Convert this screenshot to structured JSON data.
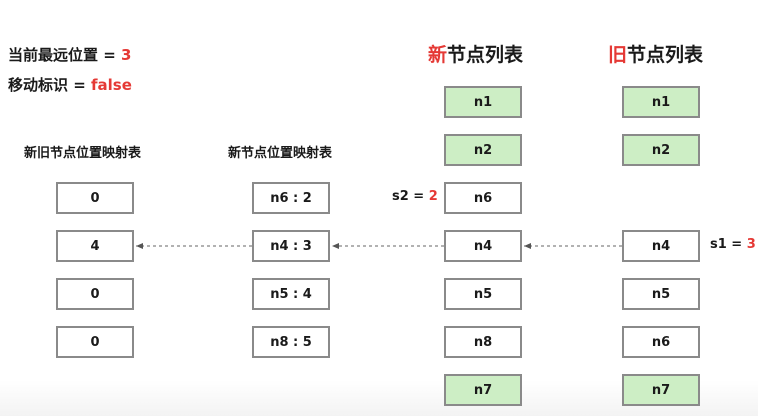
{
  "info": {
    "farthest_label": "当前最远位置 = ",
    "farthest_value": "3",
    "moved_label": "移动标识 = ",
    "moved_value": "false"
  },
  "headings": {
    "new_prefix": "新",
    "new_rest": "节点列表",
    "old_prefix": "旧",
    "old_rest": "节点列表"
  },
  "map_titles": {
    "new_old_map": "新旧节点位置映射表",
    "new_pos_map": "新节点位置映射表"
  },
  "new_old_map": [
    "0",
    "4",
    "0",
    "0"
  ],
  "new_pos_map": [
    "n6 : 2",
    "n4 : 3",
    "n5 : 4",
    "n8 : 5"
  ],
  "new_list": [
    "n1",
    "n2",
    "n6",
    "n4",
    "n5",
    "n8",
    "n7"
  ],
  "old_list": [
    "n1",
    "n2",
    "n4",
    "n5",
    "n6",
    "n7"
  ],
  "pointers": {
    "s2_label": "s2 = ",
    "s2_value": "2",
    "s1_label": "s1 = ",
    "s1_value": "3"
  },
  "colors": {
    "highlight_red": "#e53935",
    "same_node_green": "#cdeec5",
    "box_border": "#8a8a8a"
  }
}
